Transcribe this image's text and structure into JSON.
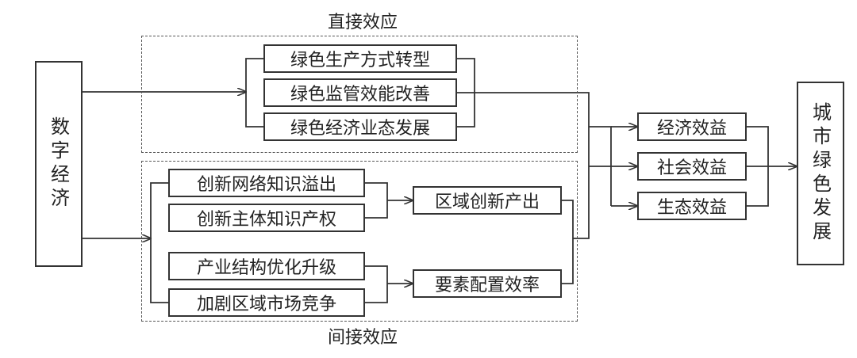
{
  "colors": {
    "line": "#333333",
    "dashed": "#555555",
    "background": "#ffffff"
  },
  "source": "数字经济",
  "target": "城市绿色发展",
  "direct": {
    "label": "直接效应",
    "items": [
      "绿色生产方式转型",
      "绿色监管效能改善",
      "绿色经济业态发展"
    ]
  },
  "indirect": {
    "label": "间接效应",
    "innovation": {
      "items": [
        "创新网络知识溢出",
        "创新主体知识产权"
      ],
      "result": "区域创新产出"
    },
    "allocation": {
      "items": [
        "产业结构优化升级",
        "加剧区域市场竞争"
      ],
      "result": "要素配置效率"
    }
  },
  "benefits": [
    "经济效益",
    "社会效益",
    "生态效益"
  ]
}
